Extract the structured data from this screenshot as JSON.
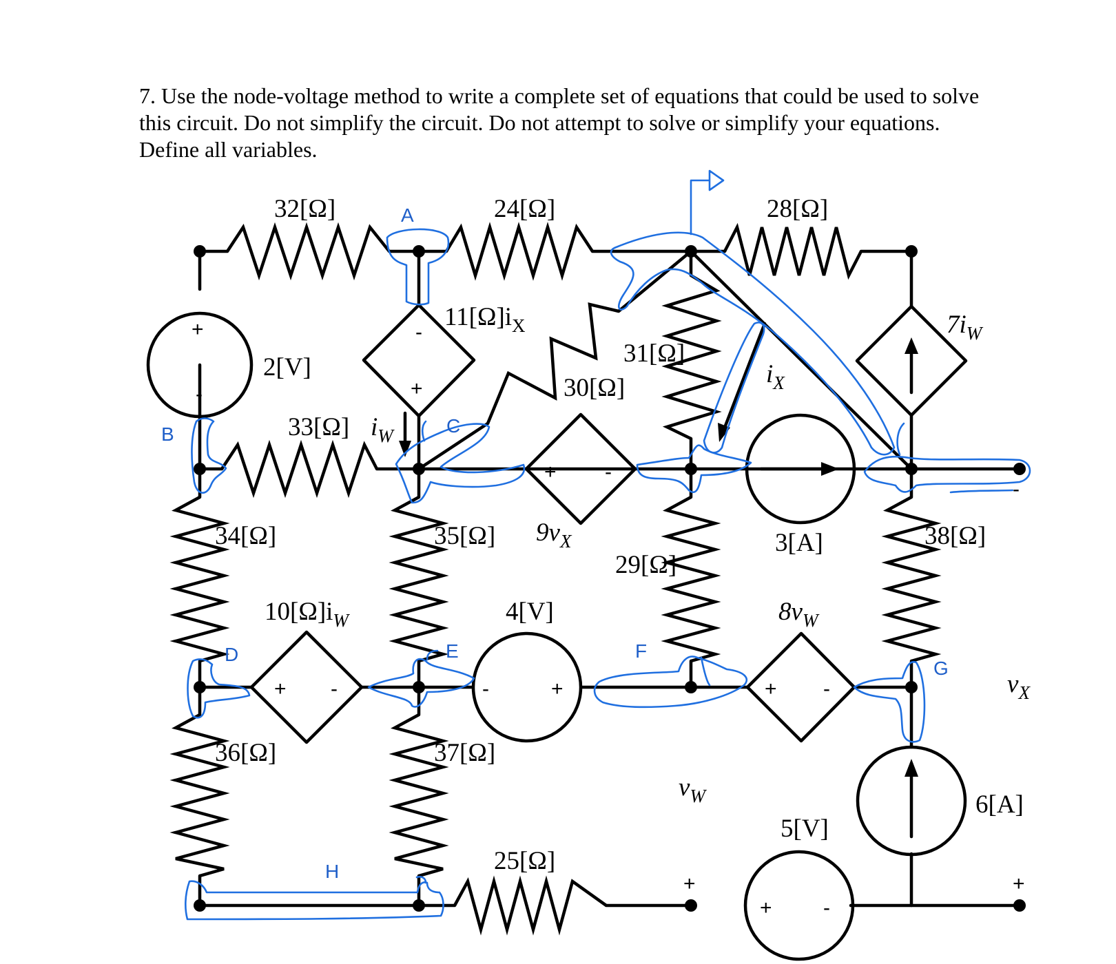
{
  "problem": {
    "line1": "7.  Use the node-voltage method to write a complete set of equations that could be used to solve",
    "line2": "this circuit.  Do not simplify the circuit.  Do not attempt to solve or simplify your equations.",
    "line3": "Define all variables."
  },
  "components": {
    "r32": "32[Ω]",
    "r24": "24[Ω]",
    "r28": "28[Ω]",
    "dep_v_top": "11[Ω]i",
    "dep_v_top_sub": "X",
    "r31": "31[Ω]",
    "r30": "30[Ω]",
    "src_7iw": "7i",
    "src_7iw_sub": "W",
    "src_2v": "2[V]",
    "r33": "33[Ω]",
    "iw": "i",
    "iw_sub": "W",
    "ix": "i",
    "ix_sub": "X",
    "dep_9vx": "9v",
    "dep_9vx_sub": "X",
    "r34": "34[Ω]",
    "r35": "35[Ω]",
    "r29": "29[Ω]",
    "src_3a": "3[A]",
    "r38": "38[Ω]",
    "dep_10iw": "10[Ω]i",
    "dep_10iw_sub": "W",
    "src_4v": "4[V]",
    "dep_8vw": "8v",
    "dep_8vw_sub": "W",
    "vx": "v",
    "vx_sub": "X",
    "r36": "36[Ω]",
    "r37": "37[Ω]",
    "vw": "v",
    "vw_sub": "W",
    "src_6a": "6[A]",
    "src_5v": "5[V]",
    "r25": "25[Ω]"
  },
  "signs": {
    "plus": "+",
    "minus": "-"
  },
  "node_labels": {
    "A": "A",
    "B": "B",
    "C": "C",
    "D": "D",
    "E": "E",
    "F": "F",
    "G": "G",
    "H": "H"
  },
  "colors": {
    "annotation": "#1f5fc9",
    "ink": "#000000"
  }
}
